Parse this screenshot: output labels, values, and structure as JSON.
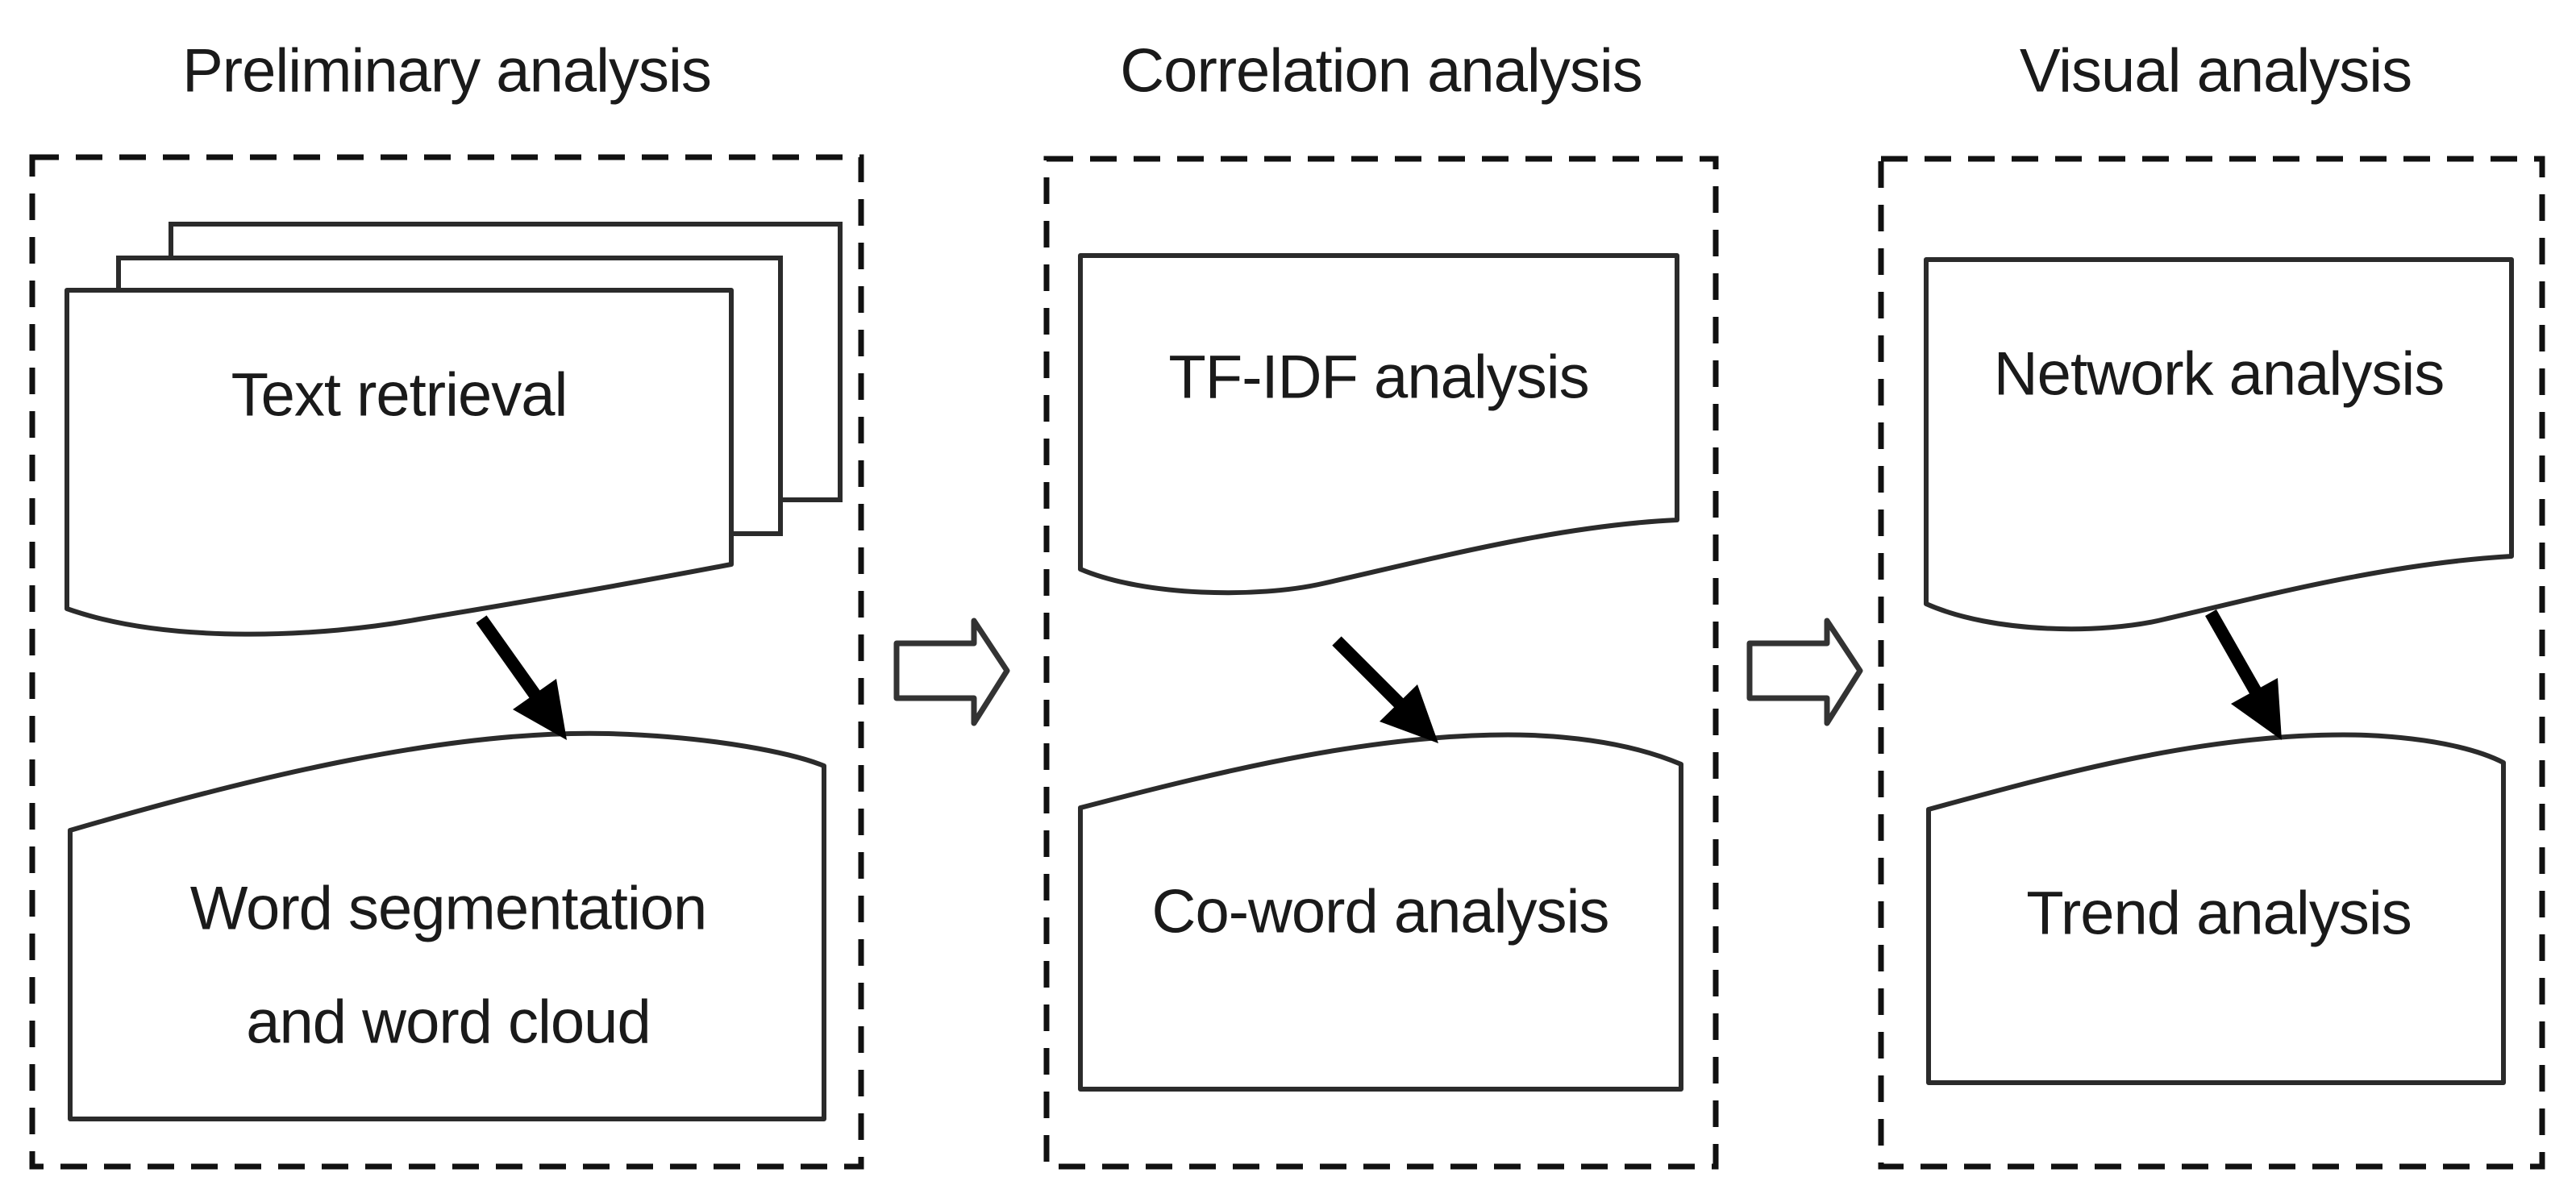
{
  "figure": {
    "type": "flow-diagram",
    "columns": [
      {
        "title": "Preliminary analysis",
        "steps": [
          {
            "label": "Text retrieval",
            "shape": "stacked-documents"
          },
          {
            "label": "Word segmentation\nand word cloud",
            "shape": "document-wavy-top"
          }
        ]
      },
      {
        "title": "Correlation analysis",
        "steps": [
          {
            "label": "TF-IDF analysis",
            "shape": "document-wavy-bottom"
          },
          {
            "label": "Co-word analysis",
            "shape": "document-wavy-top"
          }
        ]
      },
      {
        "title": "Visual analysis",
        "steps": [
          {
            "label": "Network analysis",
            "shape": "document-wavy-bottom"
          },
          {
            "label": "Trend analysis",
            "shape": "document-wavy-top"
          }
        ]
      }
    ],
    "connectors": {
      "within_panel": "solid-black-diagonal-arrow",
      "between_panels": "hollow-block-arrow-right"
    },
    "colors": {
      "background": "#ffffff",
      "shape_stroke": "#2b2b2b",
      "dashed_border": "#111111",
      "text": "#1a1a1a",
      "solid_arrow_fill": "#000000",
      "block_arrow_stroke": "#333333"
    }
  }
}
